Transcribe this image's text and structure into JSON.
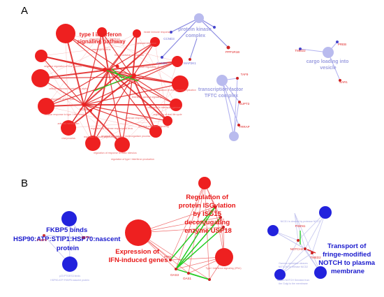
{
  "panels": {
    "a": {
      "letter": "A"
    },
    "b": {
      "letter": "B"
    }
  },
  "panel_a": {
    "hub_label": [
      "type I interferon",
      "signaling pathway"
    ],
    "protein_kinase_complex": [
      "protein kinase",
      "complex"
    ],
    "tftc_complex": [
      "transcription factor",
      "TFTC complex"
    ],
    "cargo_loading": [
      "cargo loading into",
      "vesicle"
    ],
    "genes": [
      "CDK6",
      "CCND3",
      "PPP1R1B",
      "CCND2",
      "MAP2K1",
      "TAF9",
      "SUPT3",
      "TRRAP",
      "TMED2",
      "PREB",
      "SAR1"
    ],
    "minor_terms": [
      "response to virus",
      "defense response",
      "negative regulation of viral process",
      "cellular response to interferon-alpha",
      "regulation of cell cycle",
      "cellular response to type I interferon",
      "response to interferon-gamma",
      "antiviral mechanism",
      "viral process",
      "regulation of response to biotic stimulus",
      "negative regulation of virus",
      "interferon-gamma signaling",
      "cytokine-mediated signaling",
      "response to type I interferon",
      "innate immune response",
      "regulation of multi-organism process",
      "negative regulation of viral genome replication",
      "regulation of viral life cycle",
      "ISG15 antiviral mechanism",
      "defense response to virus",
      "negative regulation of multi-organism process",
      "regulation of defense response to virus",
      "regulation of type I interferon production"
    ]
  },
  "panel_b": {
    "fkbp5": [
      "FKBP5 binds",
      "HSP90:ATP:STIP1:HSP70:nascent",
      "protein"
    ],
    "fkbp5_genes": [
      "FKBP5",
      "STIP1"
    ],
    "fkbp5_faint": [
      "p23:PTGES3 binds",
      "HSP90:ATP:FKBP5:nascent protein"
    ],
    "isg": [
      "Regulation of",
      "protein ISGylation",
      "by ISG15",
      "deconjugating",
      "enzyme USP18"
    ],
    "ifn": [
      "Expression of",
      "IFN-induced genes"
    ],
    "isg_genes": [
      "ISG15",
      "IFI27",
      "IFI6",
      "IRF9",
      "OAS3",
      "OAS1"
    ],
    "isg_faint": [
      "Type I interferon signaling (IFN1)"
    ],
    "notch": [
      "Transport of",
      "fringe-modified",
      "NOTCH to plasma",
      "membrane"
    ],
    "notch_genes": [
      "PSEN1",
      "NOTCH2",
      "TMED2"
    ],
    "notch_faint": [
      "NICD1 is cleaved by protease NCC2",
      "Gamma secretase cleaves",
      "NOTCH2 to release NICD2",
      "Mature NOTCH Serrated from",
      "the Golgi to the membrane"
    ]
  },
  "colors": {
    "red_node": "#ee2020",
    "blue_node": "#2222dd",
    "faint_blue_node": "#b9bbee",
    "green_edge": "#22cc22"
  }
}
